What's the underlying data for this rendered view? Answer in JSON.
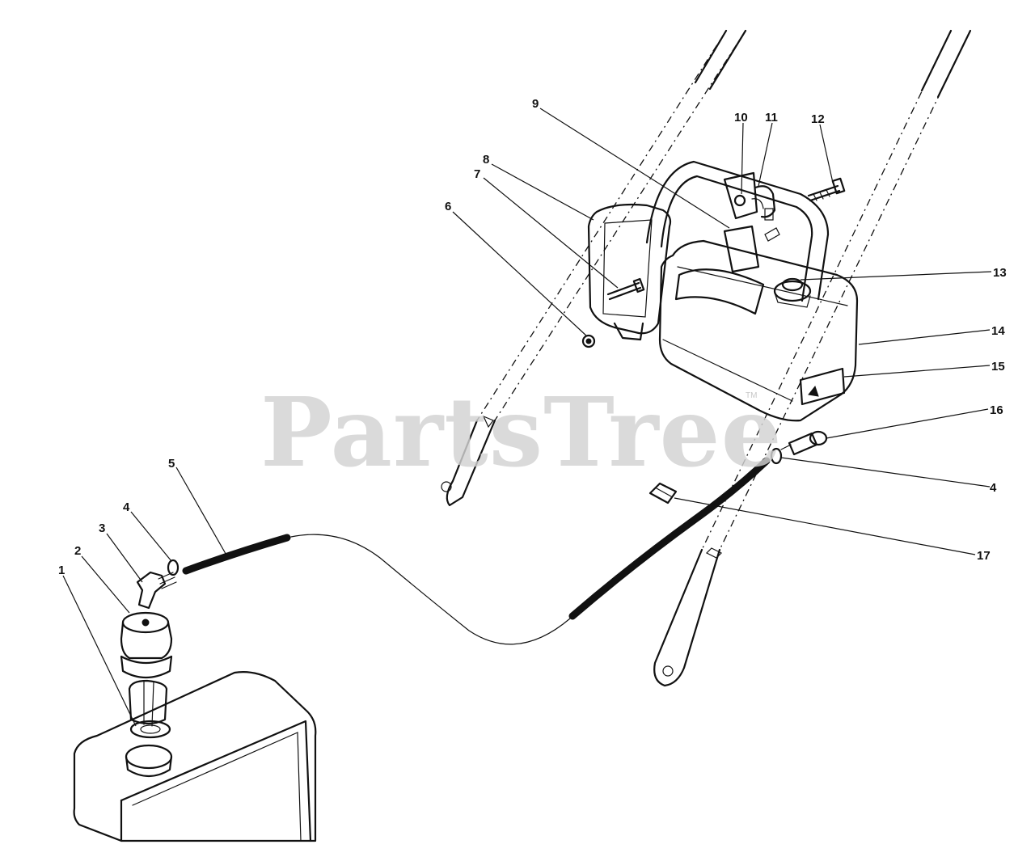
{
  "watermark": {
    "text": "PartsTree",
    "mark": "TM"
  },
  "callouts": [
    {
      "id": "p1",
      "label": "1"
    },
    {
      "id": "p2",
      "label": "2"
    },
    {
      "id": "p3",
      "label": "3"
    },
    {
      "id": "p4a",
      "label": "4"
    },
    {
      "id": "p5",
      "label": "5"
    },
    {
      "id": "p6",
      "label": "6"
    },
    {
      "id": "p7",
      "label": "7"
    },
    {
      "id": "p8",
      "label": "8"
    },
    {
      "id": "p9",
      "label": "9"
    },
    {
      "id": "p10",
      "label": "10"
    },
    {
      "id": "p11",
      "label": "11"
    },
    {
      "id": "p12",
      "label": "12"
    },
    {
      "id": "p13",
      "label": "13"
    },
    {
      "id": "p14",
      "label": "14"
    },
    {
      "id": "p15",
      "label": "15"
    },
    {
      "id": "p16",
      "label": "16"
    },
    {
      "id": "p4b",
      "label": "4"
    },
    {
      "id": "p17",
      "label": "17"
    }
  ],
  "colors": {
    "ink": "#111111",
    "watermark": "#d2d2d2",
    "background": "#ffffff"
  }
}
